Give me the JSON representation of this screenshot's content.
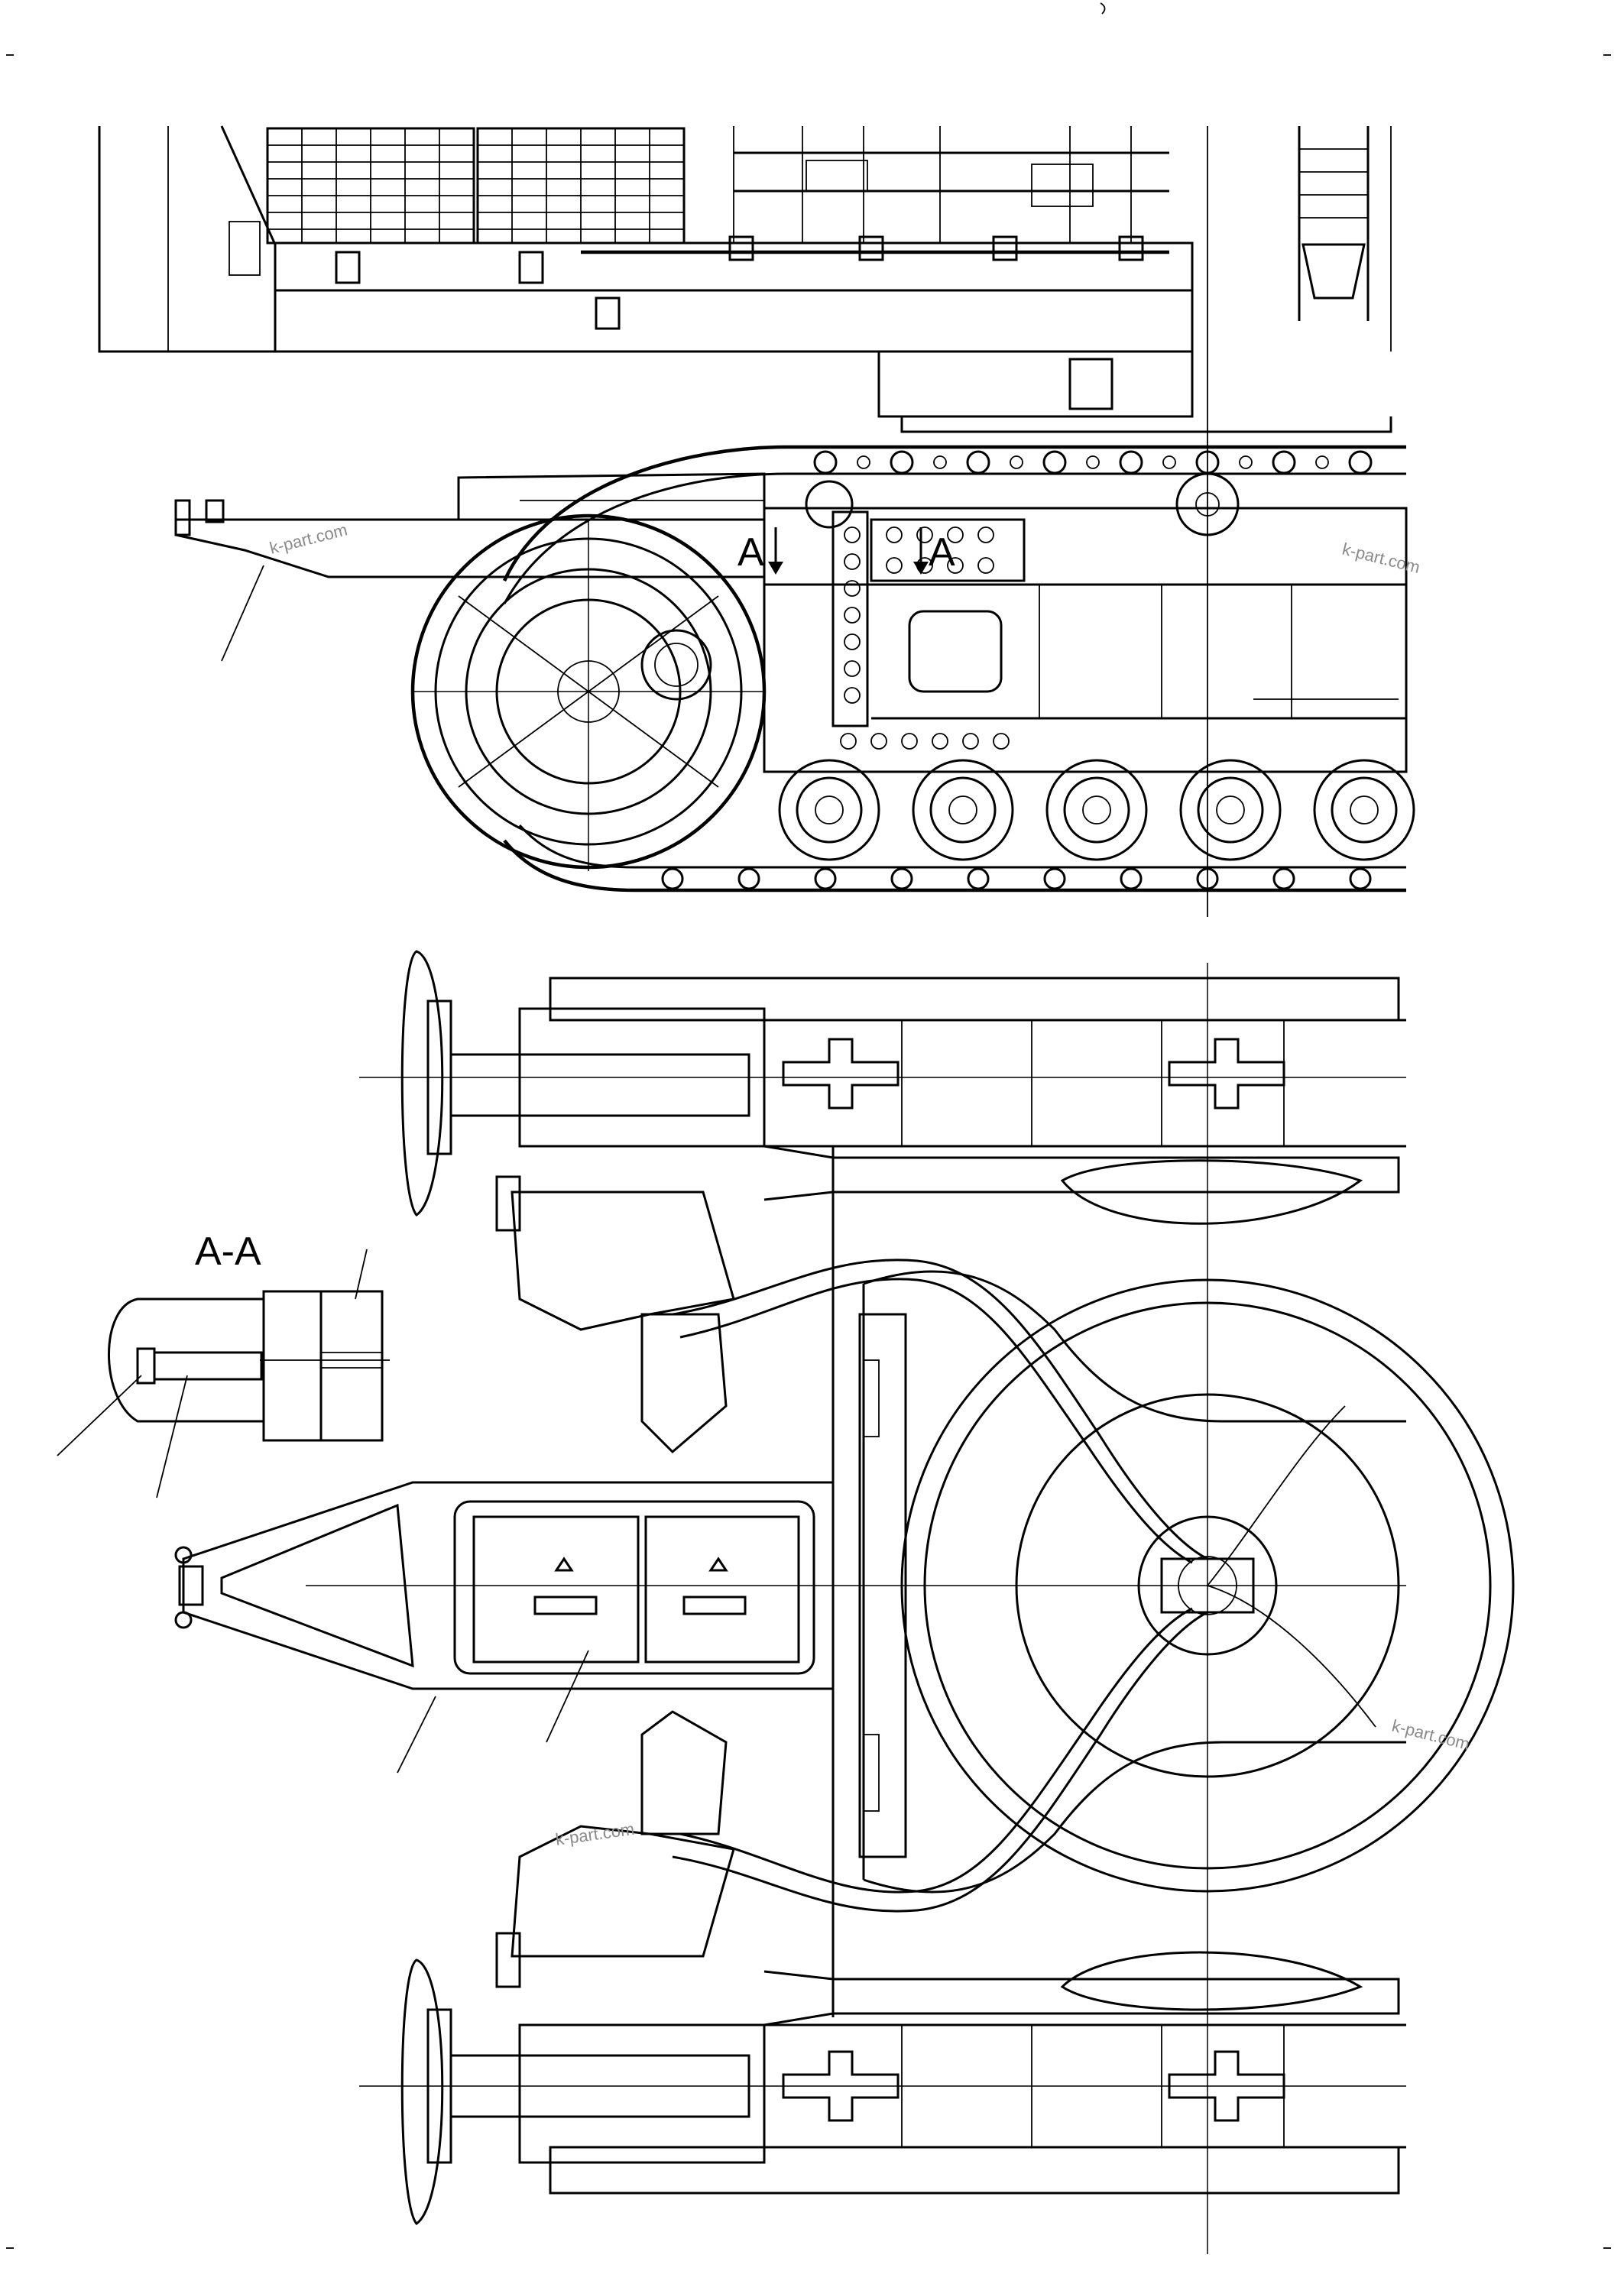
{
  "labels": {
    "section_arrow_left": "A",
    "section_arrow_right": "A",
    "section_title": "A-A"
  },
  "watermarks": [
    "k-part.com",
    "k-part.com",
    "k-part.com",
    "k-part.com"
  ],
  "views": [
    "side-view-crawler",
    "top-view-crawler-frame",
    "section-a-a-detail"
  ]
}
